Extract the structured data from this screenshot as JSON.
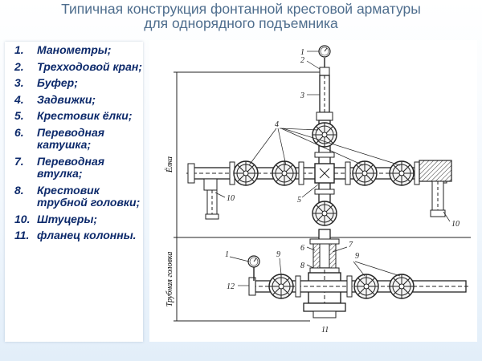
{
  "title": {
    "line1": "Типичная конструкция фонтанной крестовой арматуры",
    "line2": "для однорядного подъемника"
  },
  "legend": [
    {
      "num": "1.",
      "label": "Манометры;"
    },
    {
      "num": "2.",
      "label": "Трехходовой кран;"
    },
    {
      "num": "3.",
      "label": "Буфер;"
    },
    {
      "num": "4.",
      "label": "Задвижки;"
    },
    {
      "num": "5.",
      "label": "Крестовик ёлки;"
    },
    {
      "num": "6.",
      "label": "Переводная катушка;"
    },
    {
      "num": "7.",
      "label": "Переводная втулка;"
    },
    {
      "num": "8.",
      "label": "Крестовик трубной головки;"
    },
    {
      "num": "10.",
      "label": "Штуцеры;"
    },
    {
      "num": "11.",
      "label": " фланец колонны."
    }
  ],
  "diagram": {
    "section_upper": "Ёлка",
    "section_lower": "Трубная головка",
    "callouts": {
      "c1": "1",
      "c2": "2",
      "c3": "3",
      "c4": "4",
      "c5": "5",
      "c6": "6",
      "c7": "7",
      "c8": "8",
      "c9a": "9",
      "c9b": "9",
      "c10a": "10",
      "c10b": "10",
      "c1b": "1",
      "c12": "12",
      "c11": "11"
    }
  },
  "colors": {
    "title": "#4f6e8e",
    "legend_text": "#0d2a6b",
    "line": "#222222"
  }
}
